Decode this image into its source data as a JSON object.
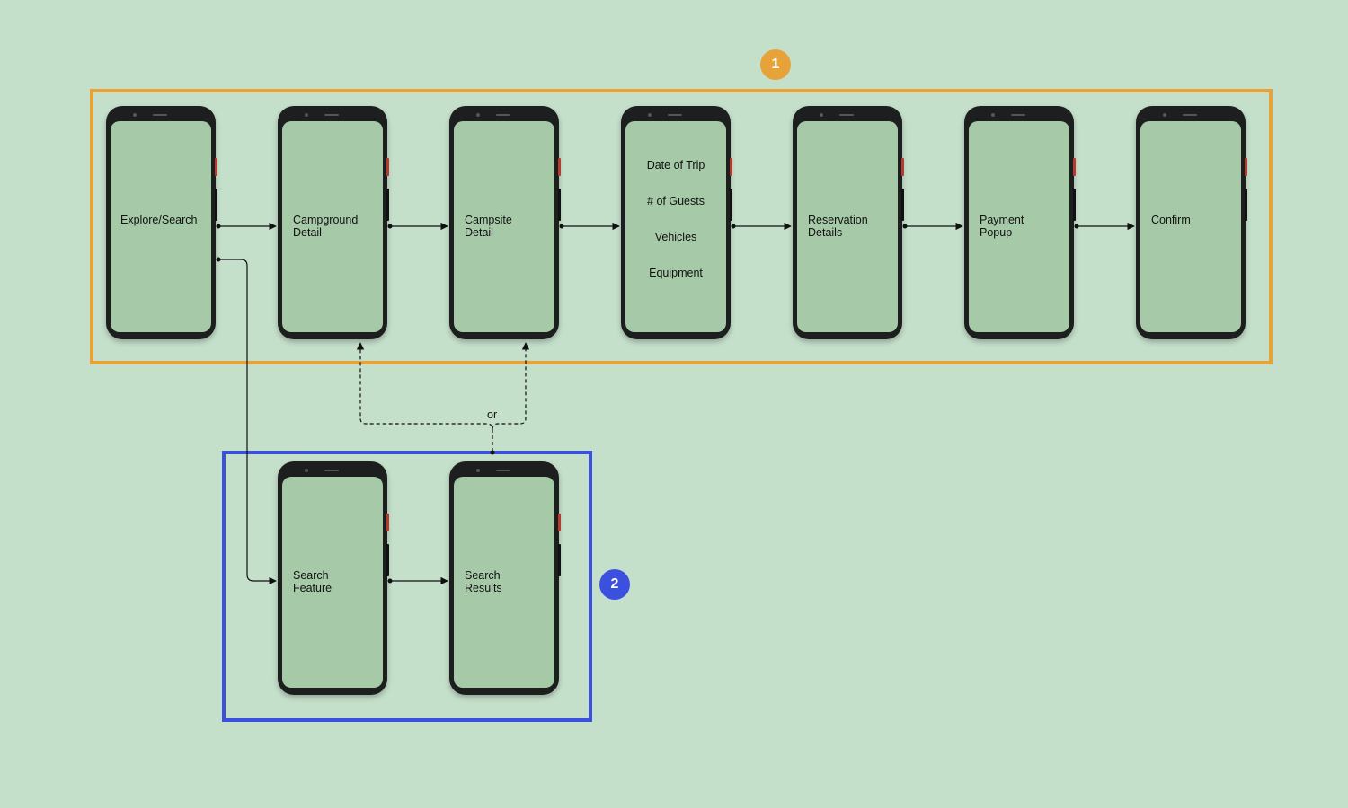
{
  "groups": [
    {
      "number": "1",
      "color": "#e8a23a"
    },
    {
      "number": "2",
      "color": "#3b50df"
    }
  ],
  "screens": {
    "explore_search": "Explore/Search",
    "campground_detail": "Campground\nDetail",
    "campsite_detail": "Campsite\nDetail",
    "trip_fields": [
      "Date of Trip",
      "# of Guests",
      "Vehicles",
      "Equipment"
    ],
    "reservation_details": "Reservation\nDetails",
    "payment_popup": "Payment\nPopup",
    "confirm": "Confirm",
    "search_feature": "Search\nFeature",
    "search_results": "Search\nResults"
  },
  "connector_label": "or",
  "colors": {
    "background": "#c4dfca",
    "phone_screen": "#a6caa8",
    "phone_body": "#1d1f1e"
  }
}
